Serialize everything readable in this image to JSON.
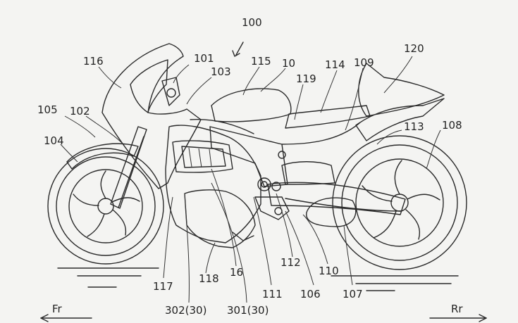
{
  "labels": {
    "l100": "100",
    "l116": "116",
    "l101": "101",
    "l103": "103",
    "l115": "115",
    "l10": "10",
    "l114": "114",
    "l109": "109",
    "l120": "120",
    "l119": "119",
    "l105": "105",
    "l102": "102",
    "l104": "104",
    "l113": "113",
    "l108": "108",
    "l117": "117",
    "l118": "118",
    "l16": "16",
    "l111": "111",
    "l112": "112",
    "l106": "106",
    "l110": "110",
    "l107": "107",
    "l302": "302(30)",
    "l301": "301(30)"
  },
  "direction": {
    "front": "Fr",
    "rear": "Rr"
  }
}
